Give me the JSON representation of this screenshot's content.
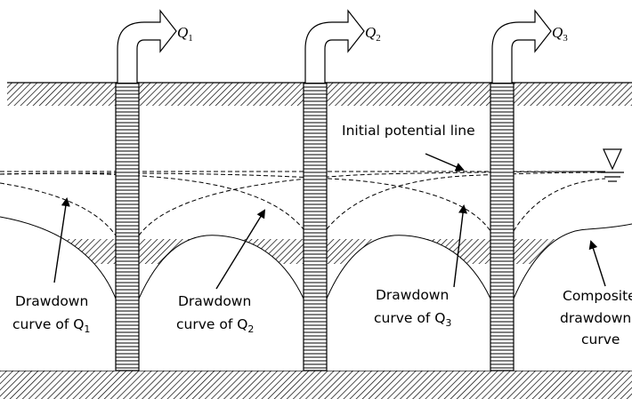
{
  "wells": [
    {
      "name": "Q",
      "sub": "1"
    },
    {
      "name": "Q",
      "sub": "2"
    },
    {
      "name": "Q",
      "sub": "3"
    }
  ],
  "labels": {
    "initial_potential_line": "Initial potential line",
    "drawdown_q1": {
      "line1": "Drawdown",
      "line2": "curve of Q",
      "sub": "1"
    },
    "drawdown_q2": {
      "line1": "Drawdown",
      "line2": "curve of Q",
      "sub": "2"
    },
    "drawdown_q3": {
      "line1": "Drawdown",
      "line2": "curve of Q",
      "sub": "3"
    },
    "composite": {
      "line1": "Composite",
      "line2": "drawdown",
      "line3": "curve"
    }
  }
}
